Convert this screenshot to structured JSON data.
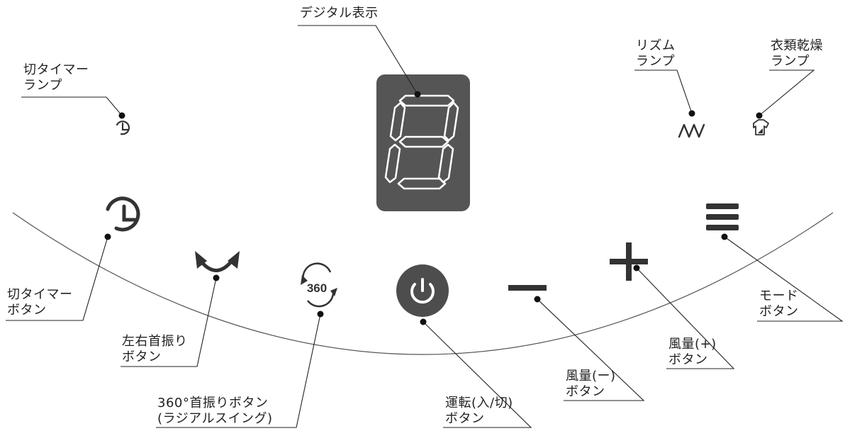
{
  "labels": {
    "digital_display": "デジタル表示",
    "timer_lamp": "切タイマー\nランプ",
    "rhythm_lamp": "リズム\nランプ",
    "laundry_lamp": "衣類乾燥\nランプ",
    "timer_button": "切タイマー\nボタン",
    "lr_swing_button": "左右首振り\nボタン",
    "swing360_button": "360°首振りボタン\n(ラジアルスイング)",
    "power_button": "運転(入/切)\nボタン",
    "fan_minus_button": "風量(ー)\nボタン",
    "fan_plus_button": "風量(+)\nボタン",
    "mode_button": "モード\nボタン"
  },
  "icons": {
    "swing360_text": "360"
  },
  "colors": {
    "display_bg": "#555555",
    "icon": "#333333",
    "power_bg": "#4d4d4d",
    "line": "#222222"
  }
}
